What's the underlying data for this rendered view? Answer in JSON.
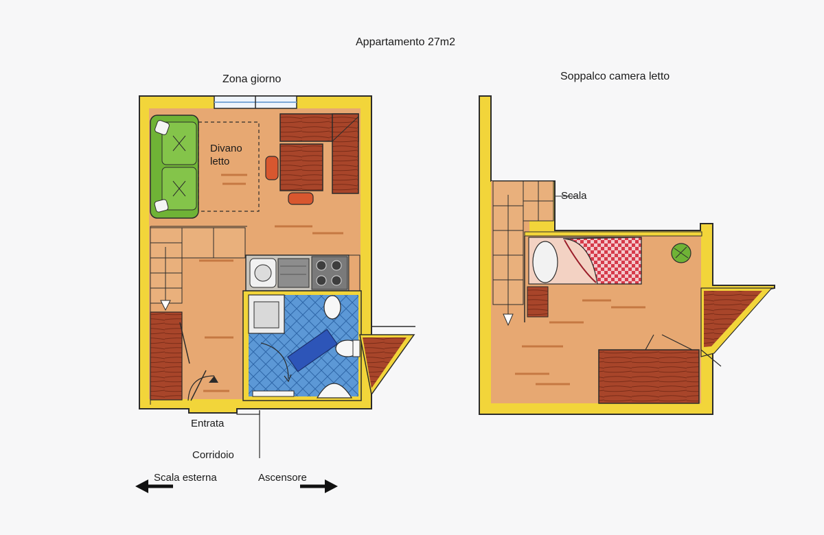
{
  "title": "Appartamento 27m2",
  "living": {
    "heading": "Zona giorno",
    "sofa_line1": "Divano",
    "sofa_line2": "letto",
    "entrance": "Entrata",
    "corridor": "Corridoio",
    "exit_left": "Scala esterna",
    "exit_right": "Ascensore"
  },
  "loft": {
    "heading": "Soppalco camera letto",
    "stair": "Scala"
  },
  "colors": {
    "wall": "#f2d53a",
    "floor": "#e7a872",
    "wood": "#a8452a",
    "sofa": "#6fb336",
    "tile": "#4f8fd0",
    "bed": "#d63a4a",
    "outline": "#2b2b2b"
  },
  "icons": [
    "arrow-left-icon",
    "arrow-right-icon",
    "door-swing-icon",
    "stair-arrow-icon",
    "plant-icon",
    "pillow-icon"
  ]
}
